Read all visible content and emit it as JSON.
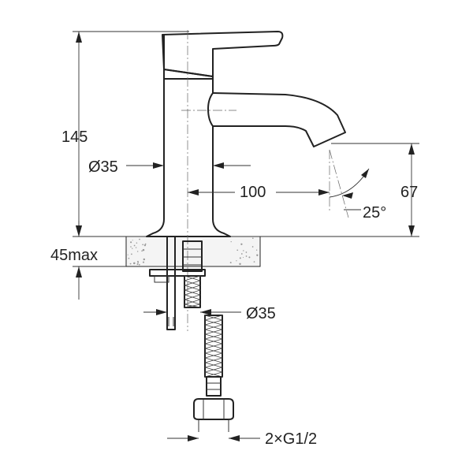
{
  "drawing": {
    "dimensions": {
      "overall_height": "145",
      "body_diameter": "Ø35",
      "spout_reach": "100",
      "spout_height": "67",
      "spout_angle": "25°",
      "counter_thickness": "45max",
      "hole_diameter": "Ø35",
      "hose_thread": "2×G1/2"
    }
  }
}
